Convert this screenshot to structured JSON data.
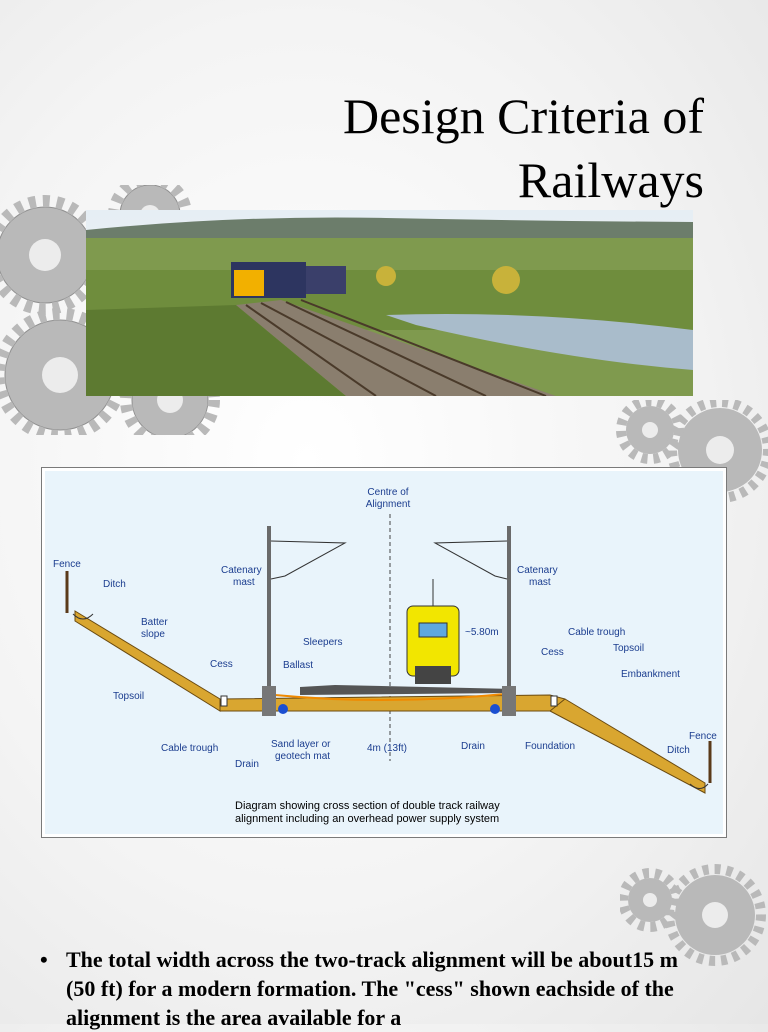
{
  "slide": {
    "title": "Design Criteria of Railways",
    "bullet_marker": "•",
    "bullet_text": "The total width across the two-track alignment will be about15 m (50 ft) for a modern formation. The \"cess\" shown eachside of the alignment is the area available for a"
  },
  "diagram": {
    "labels": {
      "centre": "Centre of",
      "centre2": "Alignment",
      "fence_l": "Fence",
      "ditch_l": "Ditch",
      "batter": "Batter",
      "batter2": "slope",
      "topsoil_l": "Topsoil",
      "cess_l": "Cess",
      "cable_l": "Cable trough",
      "drain_l": "Drain",
      "catenary_l": "Catenary",
      "mast_l": "mast",
      "catenary_r": "Catenary",
      "mast_r": "mast",
      "sleepers": "Sleepers",
      "ballast": "Ballast",
      "sand": "Sand layer or",
      "geotech": "geotech mat",
      "width": "4m (13ft)",
      "height": "~5.80m",
      "cable_r": "Cable trough",
      "cess_r": "Cess",
      "topsoil_r": "Topsoil",
      "embankment": "Embankment",
      "drain_r": "Drain",
      "foundation": "Foundation",
      "fence_r": "Fence",
      "ditch_r": "Ditch"
    },
    "caption": "Diagram showing cross section of double track railway",
    "caption2": "alignment including an overhead power supply system"
  },
  "colors": {
    "gear": "#b9b9b9",
    "diagram_bg": "#e9f4fb",
    "label_blue": "#1b3d8f",
    "embankment_fill": "#d9a630",
    "train_yellow": "#f2e600"
  }
}
